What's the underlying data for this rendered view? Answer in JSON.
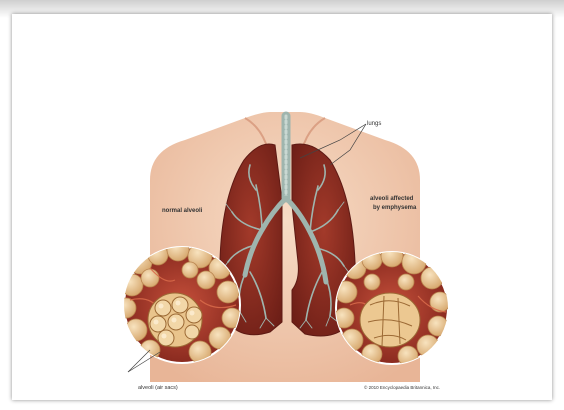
{
  "labels": {
    "lungs": "lungs",
    "normal_alveoli": "normal alveoli",
    "emphysema_line1": "alveoli affected",
    "emphysema_line2": "by emphysema",
    "air_sacs": "alveoli (air sacs)",
    "copyright": "© 2010 Encyclopaedia Britannica, Inc."
  },
  "colors": {
    "skin": "#f3cdb2",
    "skin_shadow": "#e3a98c",
    "lung": "#8e2b20",
    "lung_dark": "#5e1a14",
    "airway": "#9fb5ae",
    "alveoli": "#f0cfa0",
    "alveoli_shadow": "#c9975e",
    "tissue": "#b03a2a"
  }
}
